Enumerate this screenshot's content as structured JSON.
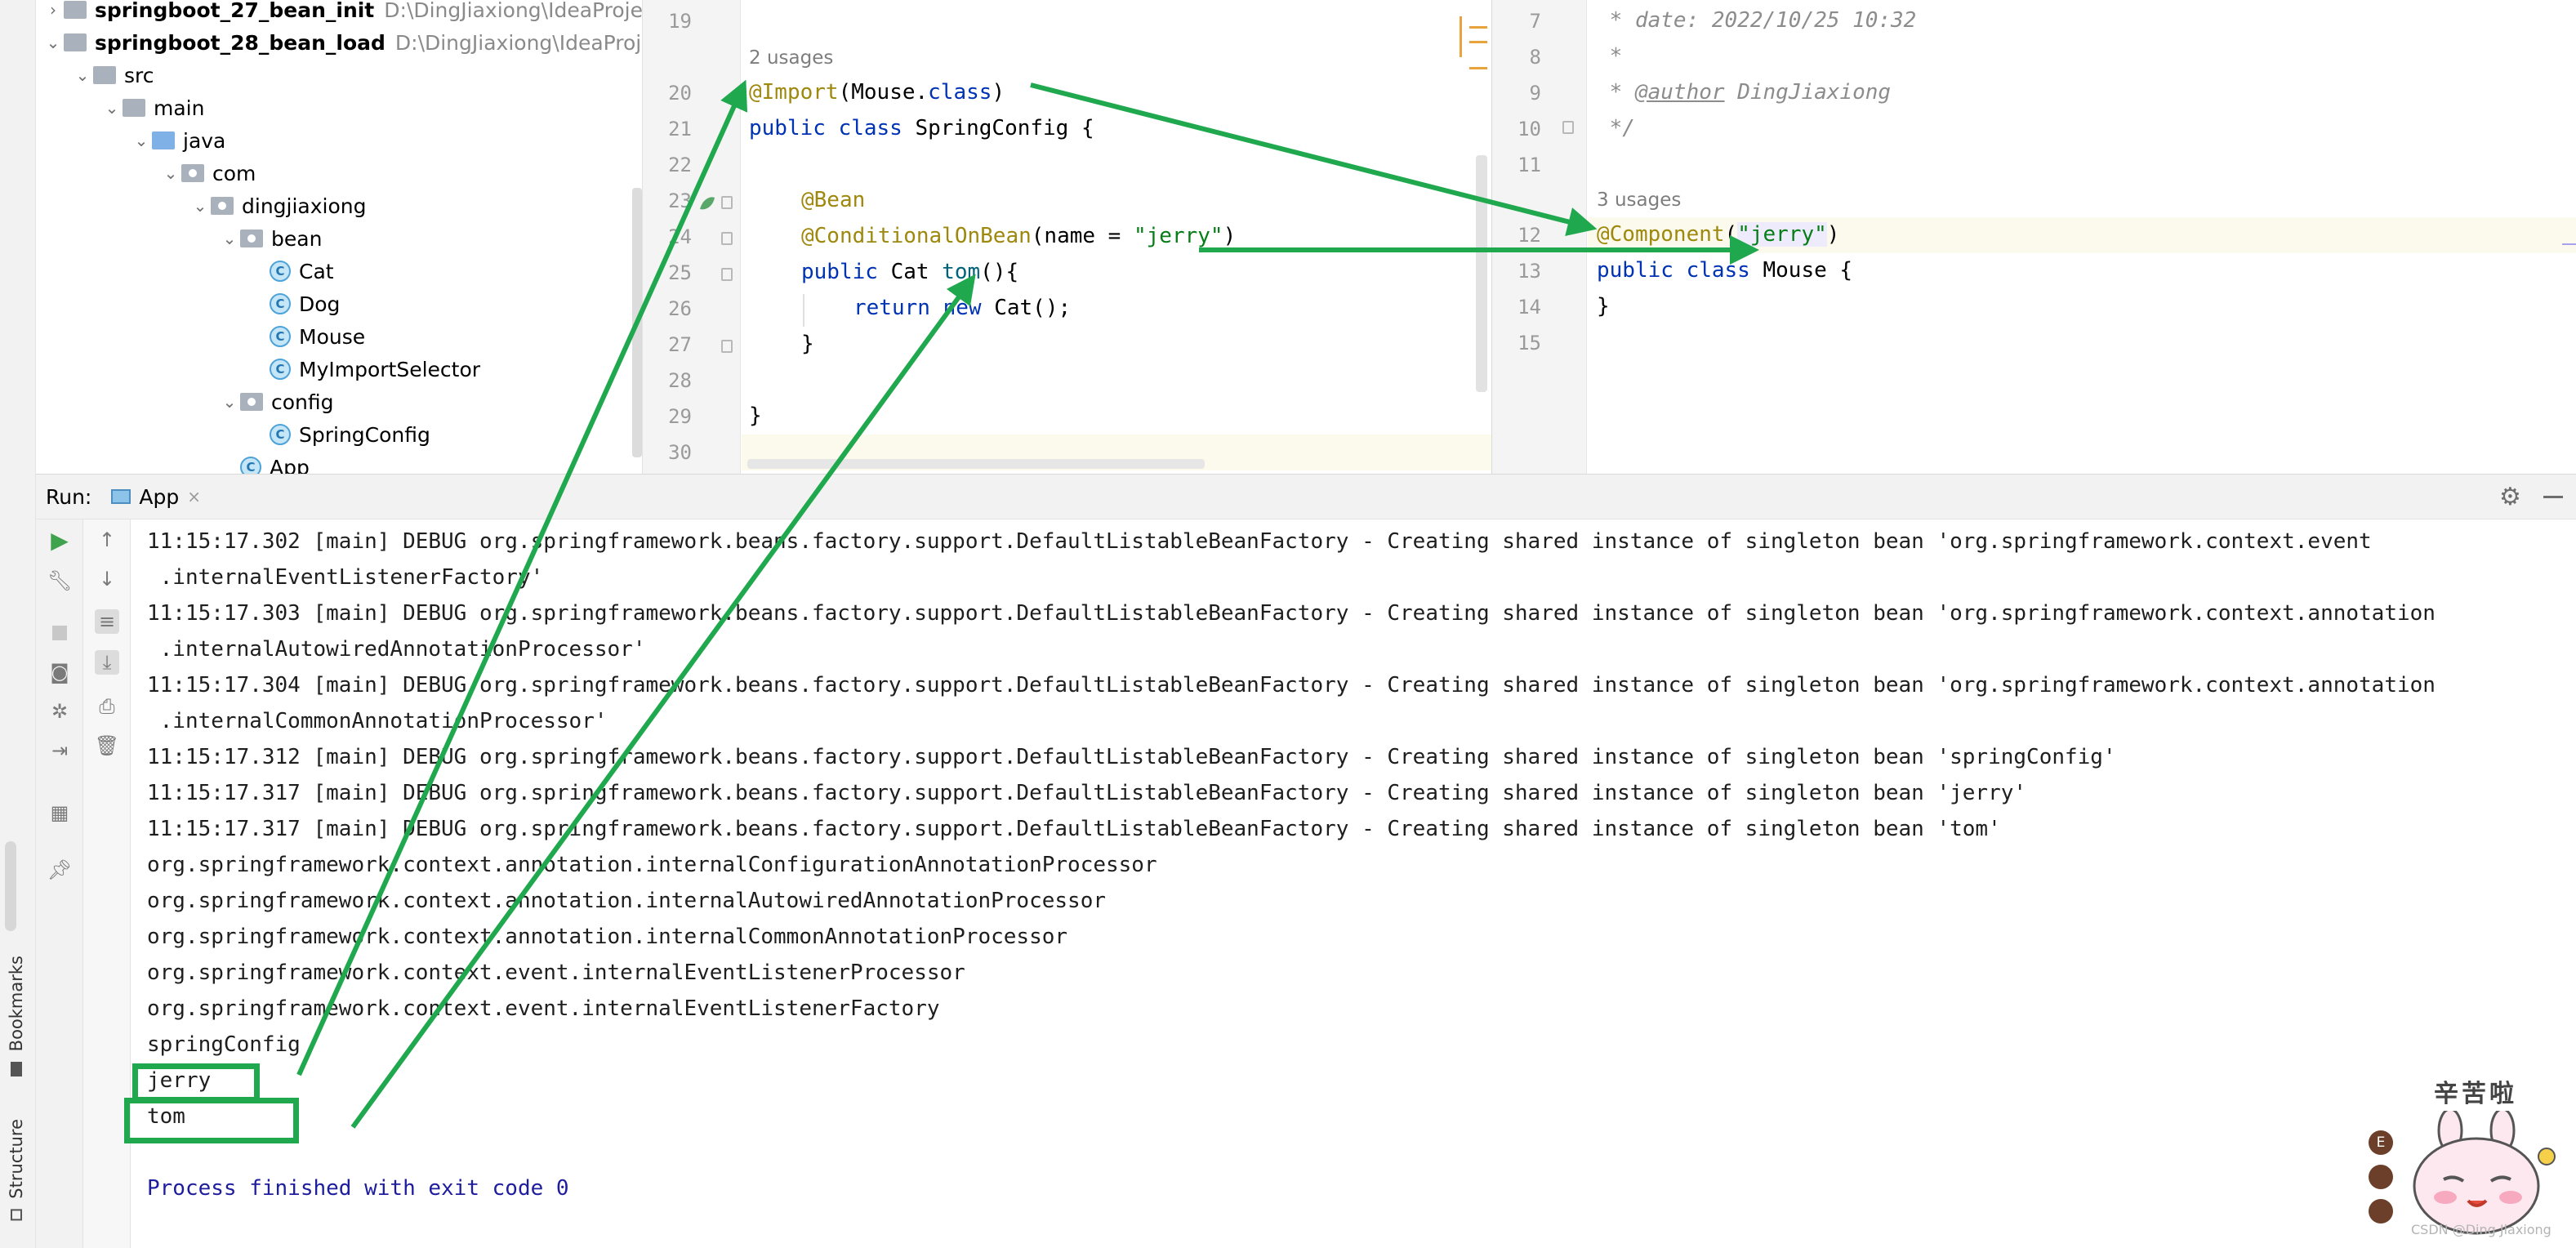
{
  "project_tree": {
    "items": [
      {
        "label": "springboot_27_bean_init",
        "path": "D:\\DingJiaxiong\\IdeaProjects\\S"
      },
      {
        "label": "springboot_28_bean_load",
        "path": "D:\\DingJiaxiong\\IdeaProjects\\"
      },
      {
        "label": "src"
      },
      {
        "label": "main"
      },
      {
        "label": "java"
      },
      {
        "label": "com"
      },
      {
        "label": "dingjiaxiong"
      },
      {
        "label": "bean"
      },
      {
        "label": "Cat"
      },
      {
        "label": "Dog"
      },
      {
        "label": "Mouse"
      },
      {
        "label": "MyImportSelector"
      },
      {
        "label": "config"
      },
      {
        "label": "SpringConfig"
      },
      {
        "label": "App"
      }
    ],
    "class_icon_letter": "C"
  },
  "editor_left": {
    "line_numbers": [
      "19",
      "20",
      "21",
      "22",
      "23",
      "24",
      "25",
      "26",
      "27",
      "28",
      "29",
      "30"
    ],
    "usages": "2 usages",
    "import_ann": "@Import",
    "import_arg": "(Mouse.",
    "import_kw": "class",
    "import_end": ")",
    "class_kw": "public class",
    "class_name": " SpringConfig {",
    "bean_ann": "@Bean",
    "cond_ann": "@ConditionalOnBean",
    "cond_arg": "(name = ",
    "cond_str": "\"jerry\"",
    "cond_end": ")",
    "method_kw": "public",
    "method_type": " Cat ",
    "method_name": "tom",
    "method_end": "(){",
    "return_kw": "return new",
    "return_rest": " Cat();",
    "close_brace": "}",
    "class_close": "}"
  },
  "editor_right": {
    "line_numbers": [
      "7",
      "8",
      "9",
      "10",
      "11",
      "12",
      "13",
      "14",
      "15"
    ],
    "comment_date": " * date: 2022/10/25 10:32",
    "comment_star": " *",
    "comment_author_tag": "@author",
    "comment_author_name": " DingJiaxiong",
    "comment_end": " */",
    "usages": "3 usages",
    "comp_ann": "@Component",
    "comp_arg_open": "(",
    "comp_str": "\"jerry\"",
    "comp_arg_close": ")",
    "class_kw": "public class",
    "class_name": " Mouse {",
    "close_brace": "}"
  },
  "run_panel": {
    "label": "Run:",
    "tab": "App",
    "console": [
      "11:15:17.302 [main] DEBUG org.springframework.beans.factory.support.DefaultListableBeanFactory - Creating shared instance of singleton bean 'org.springframework.context.event",
      " .internalEventListenerFactory'",
      "11:15:17.303 [main] DEBUG org.springframework.beans.factory.support.DefaultListableBeanFactory - Creating shared instance of singleton bean 'org.springframework.context.annotation",
      " .internalAutowiredAnnotationProcessor'",
      "11:15:17.304 [main] DEBUG org.springframework.beans.factory.support.DefaultListableBeanFactory - Creating shared instance of singleton bean 'org.springframework.context.annotation",
      " .internalCommonAnnotationProcessor'",
      "11:15:17.312 [main] DEBUG org.springframework.beans.factory.support.DefaultListableBeanFactory - Creating shared instance of singleton bean 'springConfig'",
      "11:15:17.317 [main] DEBUG org.springframework.beans.factory.support.DefaultListableBeanFactory - Creating shared instance of singleton bean 'jerry'",
      "11:15:17.317 [main] DEBUG org.springframework.beans.factory.support.DefaultListableBeanFactory - Creating shared instance of singleton bean 'tom'",
      "org.springframework.context.annotation.internalConfigurationAnnotationProcessor",
      "org.springframework.context.annotation.internalAutowiredAnnotationProcessor",
      "org.springframework.context.annotation.internalCommonAnnotationProcessor",
      "org.springframework.context.event.internalEventListenerProcessor",
      "org.springframework.context.event.internalEventListenerFactory",
      "springConfig",
      "jerry",
      "tom",
      "",
      "Process finished with exit code 0"
    ]
  },
  "side_tabs": {
    "bookmarks": "Bookmarks",
    "structure": "Structure"
  },
  "sticker": {
    "text": "辛苦啦",
    "badges": [
      "E",
      "",
      ""
    ]
  },
  "watermark": "CSDN @Ding Jiaxiong",
  "colors": {
    "arrow": "#1fa84d",
    "keyword": "#0033b3",
    "annotation": "#9e880d",
    "string": "#067d17"
  }
}
